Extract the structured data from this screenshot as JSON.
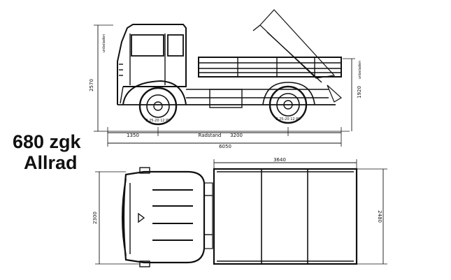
{
  "title": {
    "model": "680 zgk",
    "variant": "Allrad"
  },
  "dimensions": {
    "overall_height": "2570",
    "tipping_height": "1920",
    "front_overhang": "1350",
    "wheelbase_label": "Radstand",
    "wheelbase": "3200",
    "overall_length": "6050",
    "body_length": "3640",
    "overall_width": "2300",
    "body_width": "2480",
    "tire_front": "8.25-20 12 PR",
    "tire_rear": "8.25-20 12 PR",
    "unloaded_note_1": "unbeladen",
    "unloaded_note_2": "unbeladen"
  },
  "colors": {
    "ink": "#111111",
    "paper": "#ffffff"
  }
}
